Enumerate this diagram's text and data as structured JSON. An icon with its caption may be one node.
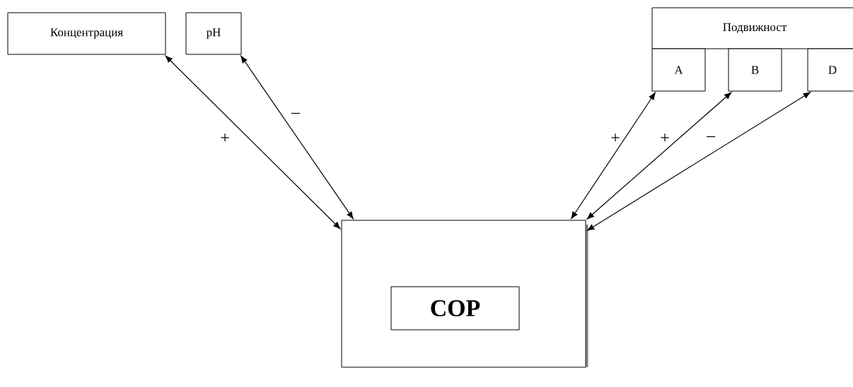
{
  "diagram": {
    "nodes": [
      {
        "text": [
          "Концентрация"
        ]
      },
      {
        "text": [
          "pH"
        ]
      },
      {
        "text": [
          "Подвижност"
        ]
      },
      {
        "text": [
          "A"
        ]
      },
      {
        "text": [
          "B"
        ]
      },
      {
        "text": [
          "D"
        ]
      },
      {
        "text": [],
        "shape": "box"
      },
      {
        "text": [
          "COP"
        ],
        "in": 6
      }
    ],
    "edges": [
      {
        "from": 0,
        "to": 6,
        "arrow": "both",
        "label": "+"
      },
      {
        "from": 1,
        "to": 6,
        "arrow": "both",
        "label": "–"
      },
      {
        "from": 3,
        "to": 6,
        "arrow": "both",
        "label": "+"
      },
      {
        "from": 4,
        "to": 6,
        "arrow": "both",
        "label": "+"
      },
      {
        "from": 5,
        "to": 6,
        "arrow": "both",
        "label": "–"
      }
    ]
  }
}
